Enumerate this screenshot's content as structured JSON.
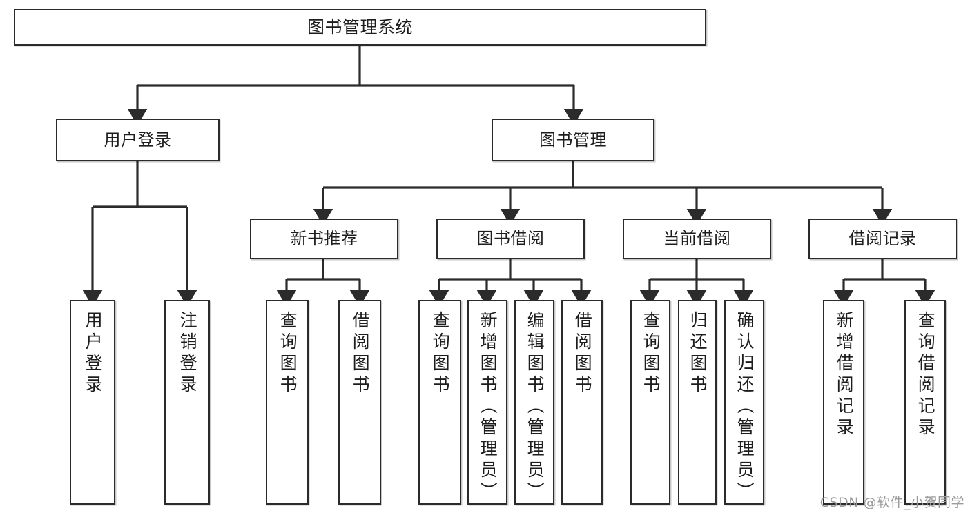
{
  "diagram": {
    "title": "图书管理系统",
    "type": "tree-hierarchy",
    "colors": {
      "box_border": "#2b2b2b",
      "box_fill": "#ffffff",
      "edge": "#2b2b2b",
      "text": "#1d1d1d",
      "watermark": "#9b9b9b"
    },
    "root": {
      "label": "图书管理系统"
    },
    "level1": [
      {
        "label": "用户登录"
      },
      {
        "label": "图书管理"
      }
    ],
    "level2": [
      {
        "label": "新书推荐"
      },
      {
        "label": "图书借阅"
      },
      {
        "label": "当前借阅"
      },
      {
        "label": "借阅记录"
      }
    ],
    "leaves": [
      {
        "label": "用户登录",
        "parent": "用户登录"
      },
      {
        "label": "注销登录",
        "parent": "用户登录"
      },
      {
        "label": "查询图书",
        "parent": "新书推荐"
      },
      {
        "label": "借阅图书",
        "parent": "新书推荐"
      },
      {
        "label": "查询图书",
        "parent": "图书借阅"
      },
      {
        "label": "新增图书（管理员）",
        "parent": "图书借阅"
      },
      {
        "label": "编辑图书（管理员）",
        "parent": "图书借阅"
      },
      {
        "label": "借阅图书",
        "parent": "图书借阅"
      },
      {
        "label": "查询图书",
        "parent": "当前借阅"
      },
      {
        "label": "归还图书",
        "parent": "当前借阅"
      },
      {
        "label": "确认归还（管理员）",
        "parent": "当前借阅"
      },
      {
        "label": "新增借阅记录",
        "parent": "借阅记录"
      },
      {
        "label": "查询借阅记录",
        "parent": "借阅记录"
      }
    ],
    "watermark": "CSDN @软件_小贺同学"
  }
}
